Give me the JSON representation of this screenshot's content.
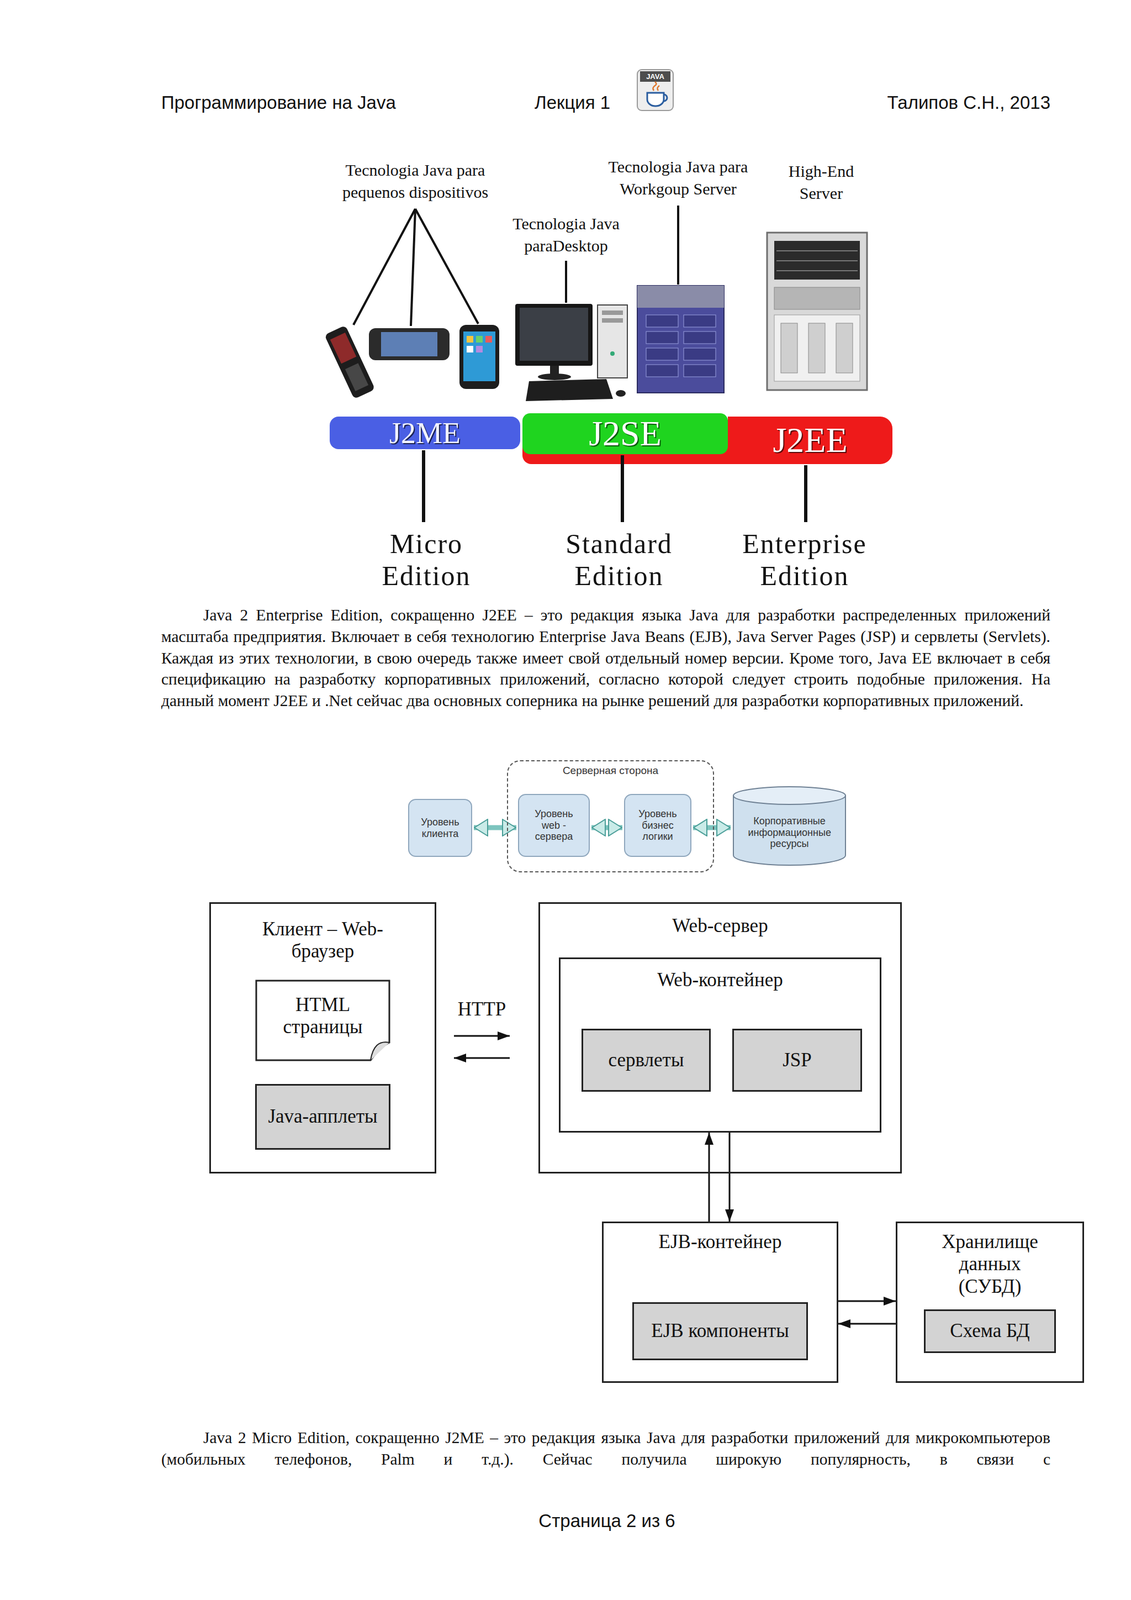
{
  "diagram": {
    "nodes": [
      {
        "text": [
          "J2ME"
        ]
      },
      {
        "text": [
          "J2SE"
        ]
      },
      {
        "text": [
          "J2EE"
        ]
      },
      {
        "text": [
          "Уровень клиента"
        ]
      },
      {
        "text": [
          "Серверная сторона"
        ]
      },
      {
        "text": [
          "Уровень web - сервера"
        ],
        "in": 4
      },
      {
        "text": [
          "Уровень бизнес логики"
        ],
        "in": 4
      },
      {
        "text": [
          "Корпоративные информационные ресурсы"
        ]
      },
      {
        "text": [
          "Клиент – Web-браузер"
        ]
      },
      {
        "text": [
          "HTML страницы"
        ],
        "in": 8
      },
      {
        "text": [
          "Java-апплеты"
        ],
        "in": 8
      },
      {
        "text": [
          "Web-сервер"
        ]
      },
      {
        "text": [
          "Web-контейнер"
        ],
        "in": 11
      },
      {
        "text": [
          "сервлеты"
        ],
        "in": 12
      },
      {
        "text": [
          "JSP"
        ],
        "in": 12
      },
      {
        "text": [
          "EJB-контейнер"
        ]
      },
      {
        "text": [
          "EJB компоненты"
        ],
        "in": 15
      },
      {
        "text": [
          "Хранилище данных (СУБД)"
        ]
      },
      {
        "text": [
          "Схема БД"
        ],
        "in": 17
      }
    ],
    "edges": [
      {
        "from": 3,
        "to": 5,
        "arrow": "both"
      },
      {
        "from": 5,
        "to": 6,
        "arrow": "both"
      },
      {
        "from": 6,
        "to": 7,
        "arrow": "both"
      },
      {
        "from": 8,
        "to": 11,
        "label": "HTTP",
        "arrow": "to"
      },
      {
        "from": 11,
        "to": 8,
        "arrow": "to"
      },
      {
        "from": 15,
        "to": 12,
        "arrow": "to"
      },
      {
        "from": 12,
        "to": 15,
        "arrow": "to"
      },
      {
        "from": 15,
        "to": 17,
        "arrow": "to"
      },
      {
        "from": 17,
        "to": 15,
        "arrow": "to"
      }
    ],
    "labels": [
      "Программирование на Java",
      "Лекция 1",
      "JAVA",
      "Талипов С.Н., 2013",
      "Tecnologia Java para pequenos dispositivos",
      "Tecnologia Java para Workgoup Server",
      "High-End Server",
      "Tecnologia Java paraDesktop",
      "Micro Edition",
      "Standard Edition",
      "Enterprise Edition",
      "Java 2 Enterprise Edition, сокращенно J2EE – это редакция языка Java для разработки распределенных приложений масштаба предприятия. Включает в себя технологию Enterprise Java Beans (EJB), Java Server Pages (JSP) и сервлеты (Servlets). Каждая из этих технологии, в свою очередь также имеет свой отдельный номер версии. Кроме того, Java EE включает в себя спецификацию на разработку корпоративных приложений, согласно которой следует строить подобные приложения. На данный момент J2EE и .Net сейчас два основных соперника на рынке решений для разработки корпоративных приложений.",
      "Java 2 Micro Edition, сокращенно J2ME – это редакция языка Java для разработки приложений для микрокомпьютеров (мобильных телефонов, Palm и т.д.). Сейчас получила широкую популярность, в связи с",
      "Страница 2 из 6"
    ]
  }
}
